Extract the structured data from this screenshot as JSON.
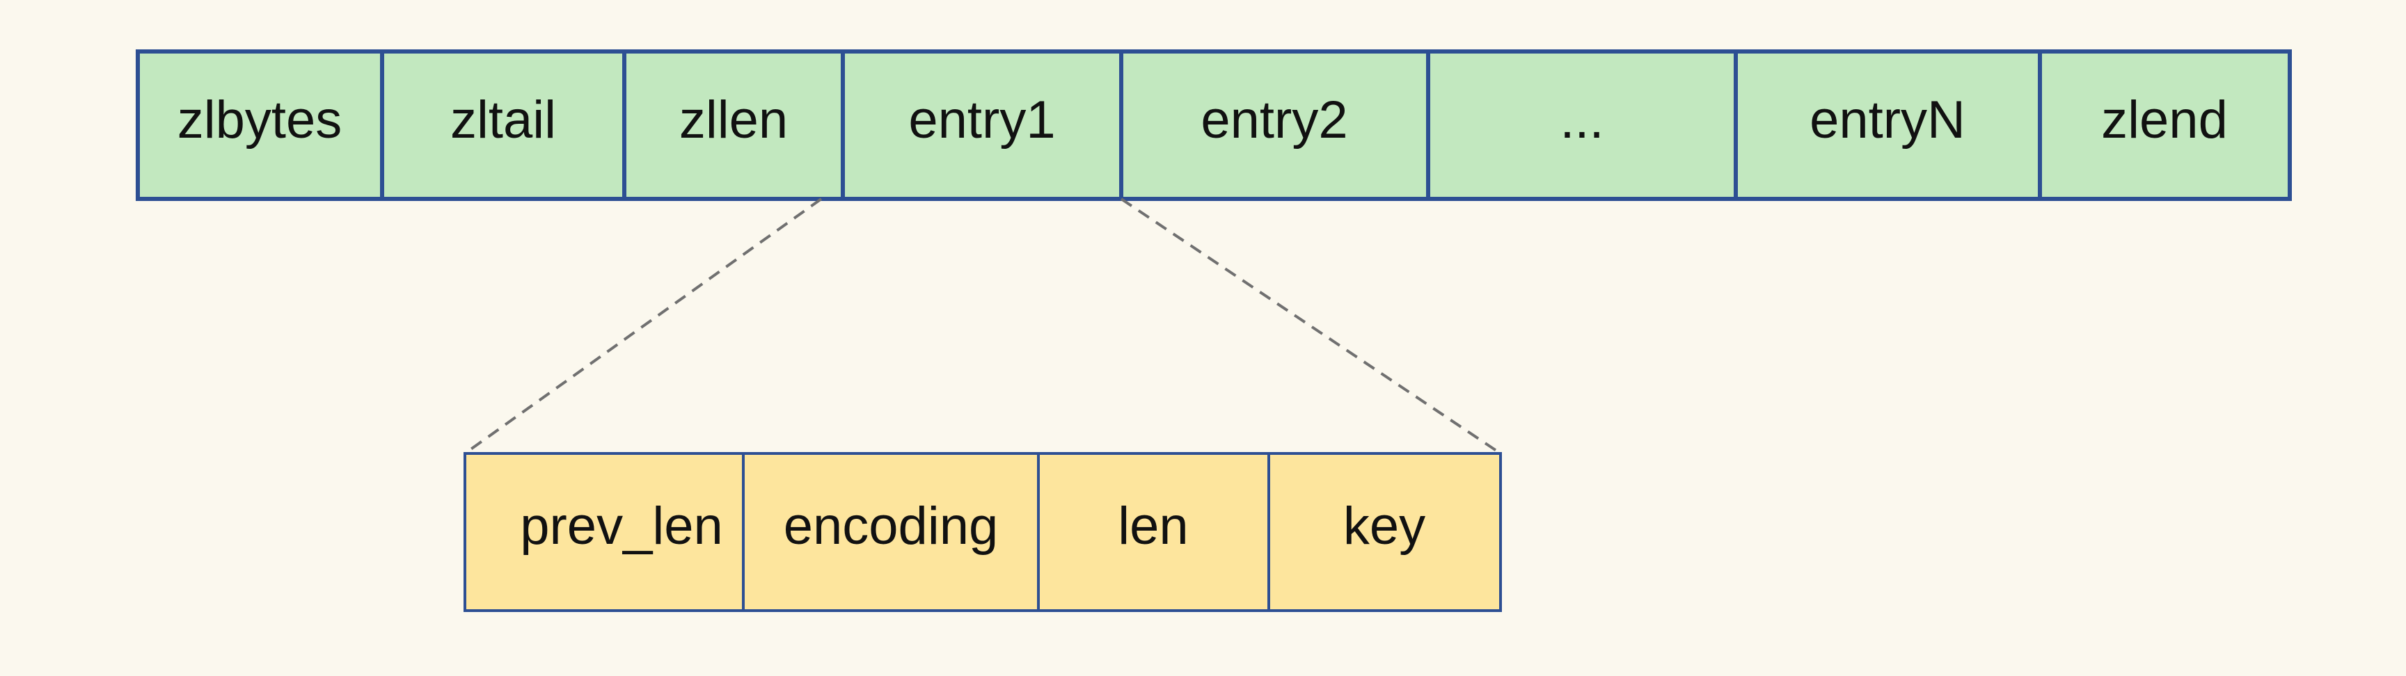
{
  "diagram": {
    "top_cells": [
      {
        "label": "zlbytes"
      },
      {
        "label": "zltail"
      },
      {
        "label": "zllen"
      },
      {
        "label": "entry1"
      },
      {
        "label": "entry2"
      },
      {
        "label": "..."
      },
      {
        "label": "entryN"
      },
      {
        "label": "zlend"
      }
    ],
    "entry_cells": [
      {
        "label": "prev_len"
      },
      {
        "label": "encoding"
      },
      {
        "label": "len"
      },
      {
        "label": "key"
      }
    ],
    "colors": {
      "background": "#fbf8ee",
      "top_fill": "#c2e8bf",
      "top_stroke": "#2d4f93",
      "entry_fill": "#fde59d",
      "entry_stroke": "#2d4f93",
      "connector": "#707070",
      "text": "#111111"
    }
  }
}
